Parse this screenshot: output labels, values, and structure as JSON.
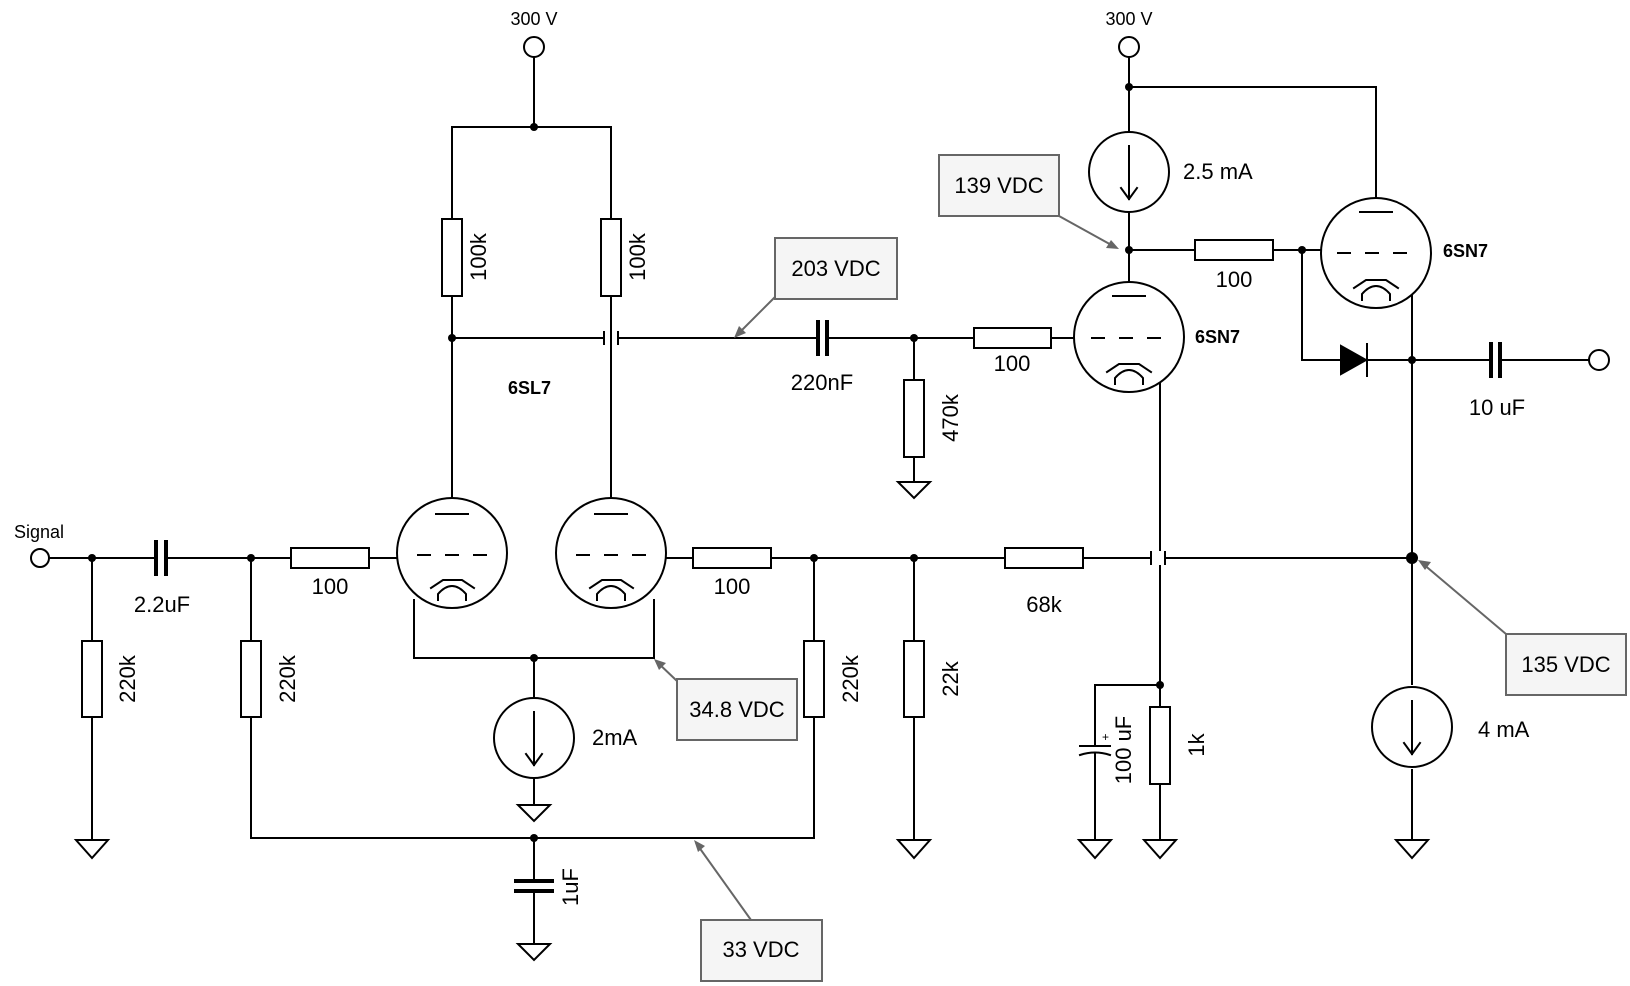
{
  "supply": {
    "left": "300 V",
    "right": "300 V"
  },
  "input_label": "Signal",
  "tubes": {
    "input_pair": "6SL7",
    "driver": "6SN7",
    "output": "6SN7"
  },
  "resistors": {
    "r_in_shunt": "220k",
    "r_grid1": "100",
    "r_bias1": "220k",
    "r_plate1": "100k",
    "r_plate2": "100k",
    "r_grid2": "100",
    "r_bias2": "220k",
    "r_div_bottom": "22k",
    "r_feedback": "68k",
    "r_grid_leak": "470k",
    "r_grid3": "100",
    "r_cathode": "1k",
    "r_grid4": "100"
  },
  "capacitors": {
    "c_in": "2.2uF",
    "c_bias": "1uF",
    "c_couple": "220nF",
    "c_bypass": "100 uF",
    "c_out": "10 uF"
  },
  "sources": {
    "tail": "2mA",
    "upper": "2.5 mA",
    "lower": "4 mA"
  },
  "callouts": {
    "plate": "203 VDC",
    "tail": "34.8 VDC",
    "bias": "33 VDC",
    "driver_plate": "139 VDC",
    "output": "135 VDC"
  }
}
